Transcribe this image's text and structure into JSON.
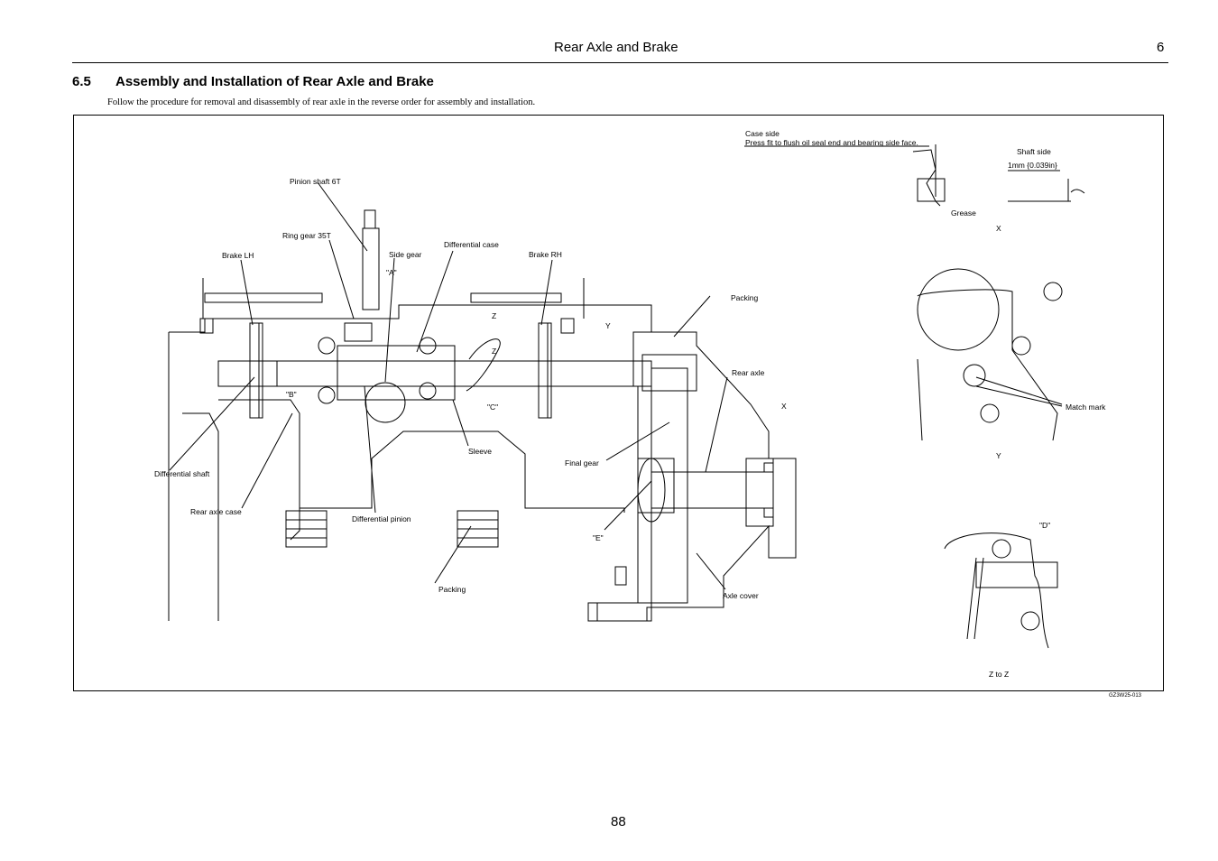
{
  "header": {
    "title": "Rear Axle and Brake",
    "chapter": "6"
  },
  "section": {
    "number": "6.5",
    "title": "Assembly and Installation of Rear Axle and Brake"
  },
  "intro": "Follow the procedure for removal and disassembly of rear axle in the reverse order for assembly and installation.",
  "figure": {
    "labels": {
      "pinion_shaft": "Pinion shaft 6T",
      "ring_gear": "Ring gear 35T",
      "side_gear": "Side gear",
      "diff_case": "Differential case",
      "brake_lh": "Brake LH",
      "brake_rh": "Brake RH",
      "a": "\"A\"",
      "b": "\"B\"",
      "c": "\"C\"",
      "d": "\"D\"",
      "e": "\"E\"",
      "z1": "Z",
      "z2": "Z",
      "y": "Y",
      "x": "X",
      "packing_top": "Packing",
      "packing_bottom": "Packing",
      "rear_axle": "Rear axle",
      "final_gear": "Final gear",
      "sleeve": "Sleeve",
      "diff_shaft": "Differential shaft",
      "rear_axle_case": "Rear axle case",
      "diff_pinion": "Differential pinion",
      "axle_cover": "Axle cover",
      "case_side": "Case side",
      "press_fit": "Press fit to flush oil seal end and bearing side face.",
      "shaft_side": "Shaft side",
      "one_mm": "1mm {0.039in}",
      "grease": "Grease",
      "x_view": "X",
      "match_mark": "Match mark",
      "y_view": "Y",
      "z_to_z": "Z to Z"
    },
    "code": "GZ3W25-013"
  },
  "page_number": "88"
}
